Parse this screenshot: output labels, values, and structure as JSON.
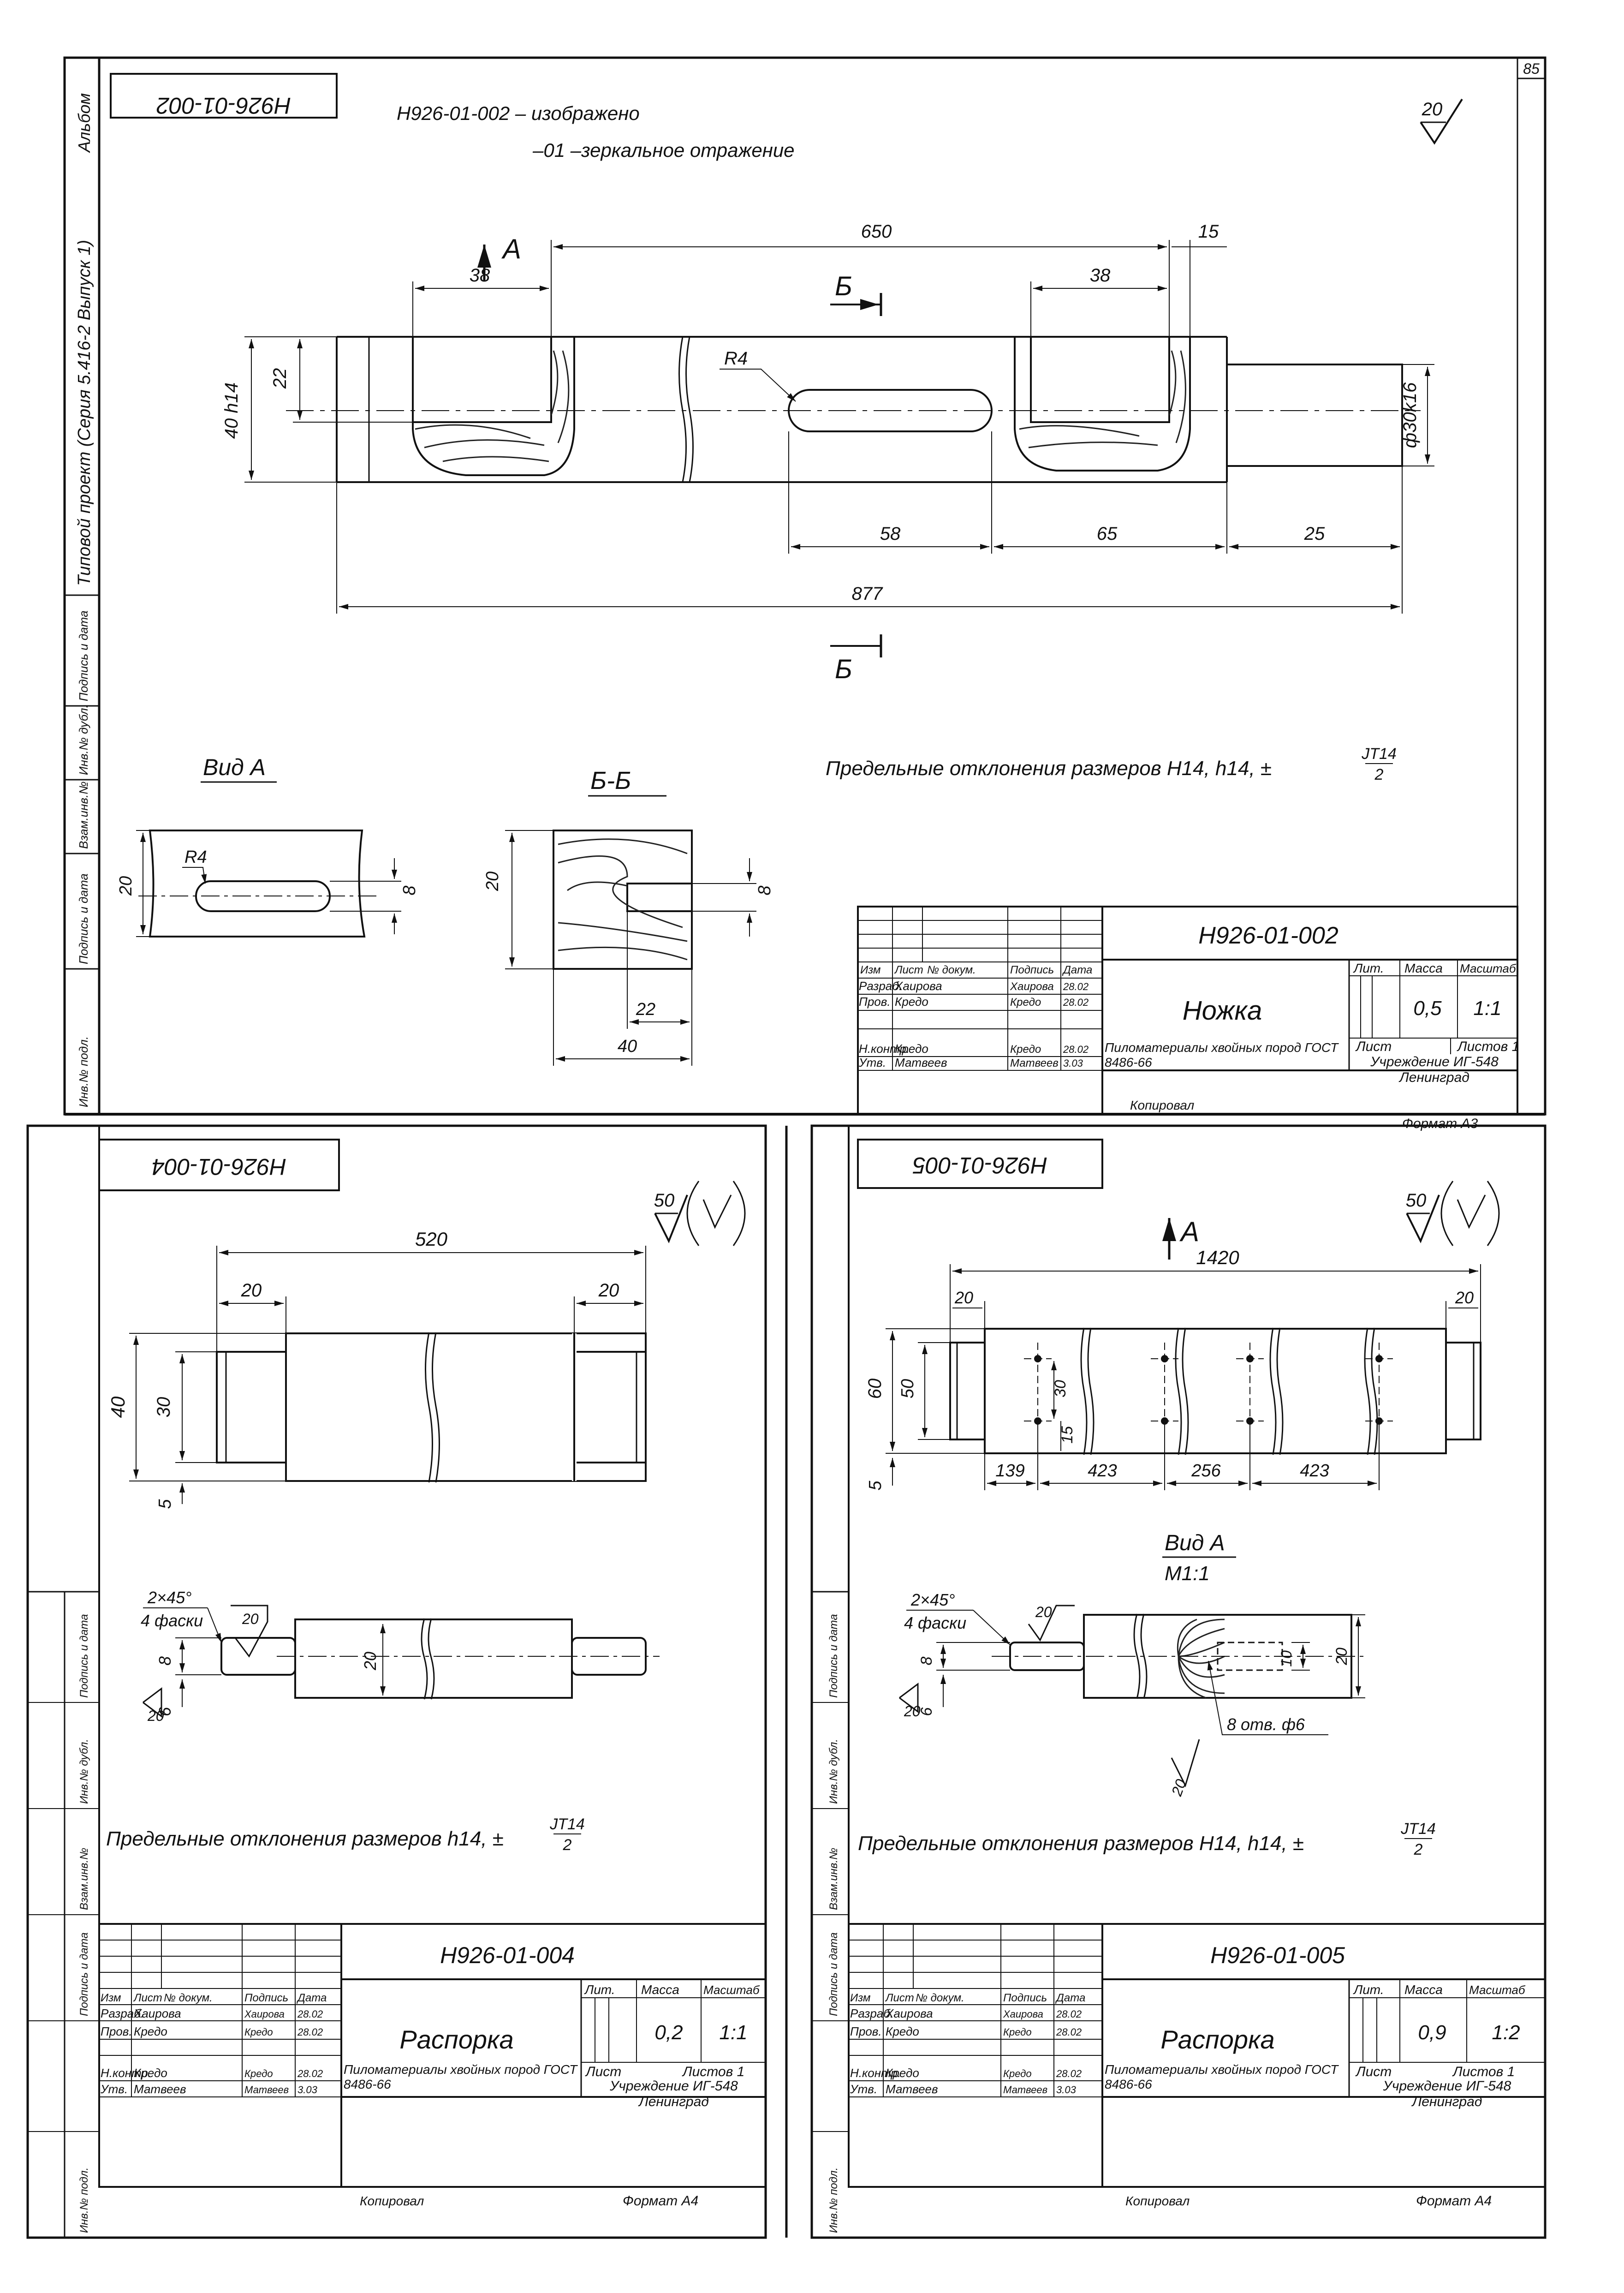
{
  "page_number": "85",
  "side_stamp": {
    "album": "Альбом",
    "project": "Типовой проект (Серия 5.416-2 Выпуск 1)",
    "fields": [
      "Подпись и дата",
      "Инв.№ дубл.",
      "Взам.инв.№",
      "Подпись и дата",
      "Инв.№ подл."
    ]
  },
  "top": {
    "mirror_code": "Н926-01-002",
    "note_line1": "Н926-01-002 – изображено",
    "note_line2": "–01 –зеркальное отражение",
    "roughness": "20",
    "section_label": "А",
    "cut_label": "Б",
    "dims": {
      "d650": "650",
      "d15": "15",
      "d38a": "38",
      "d38b": "38",
      "d22": "22",
      "d40": "40 h14",
      "dR4": "R4",
      "d58": "58",
      "d65": "65",
      "d25": "25",
      "d877": "877",
      "d30": "ф30k16"
    },
    "view_a_title": "Вид А",
    "view_a_dims": {
      "d20": "20",
      "dR4": "R4",
      "d8": "8"
    },
    "section_title": "Б-Б",
    "section_dims": {
      "d20": "20",
      "d8": "8",
      "d22": "22",
      "d40": "40"
    },
    "tolerance_note": "Предельные отклонения размеров Н14, h14, ±",
    "tol_num": "JT14",
    "tol_den": "2"
  },
  "title_block_headers": {
    "izm": "Изм",
    "list": "Лист",
    "doc": "№ докум.",
    "sign": "Подпись",
    "date": "Дата",
    "lit": "Лит.",
    "mass": "Масса",
    "scale": "Масштаб",
    "sheet": "Лист",
    "sheets": "Листов 1",
    "razrab": "Разраб.",
    "prov": "Пров.",
    "nkontr": "Н.контр.",
    "utv": "Утв.",
    "p1": "Хаирова",
    "p2": "Кредо",
    "p3": "Кредо",
    "p4": "Матвеев",
    "s1": "Хаирова",
    "s2": "Кредо",
    "s3": "Кредо",
    "s4": "Матвеев"
  },
  "tb1": {
    "code": "Н926-01-002",
    "name": "Ножка",
    "mass": "0,5",
    "scale": "1:1",
    "material": "Пиломатериалы хвойных пород ГОСТ 8486-66",
    "org": "Учреждение ИГ-548 Ленинград",
    "copied": "Копировал",
    "format": "Формат А3",
    "d1": "28.02",
    "d2": "28.02",
    "d3": "28.02",
    "d4": "3.03"
  },
  "bl": {
    "mirror_code": "Н926-01-004",
    "roughness": "50",
    "dims": {
      "d520": "520",
      "d20a": "20",
      "d20b": "20",
      "d40": "40",
      "d30": "30",
      "d5": "5",
      "d8": "8",
      "d20c": "20",
      "d6": "6"
    },
    "chamfer": "2×45°",
    "chamfer_note": "4 фаски",
    "r20a": "20",
    "r20b": "20",
    "tolerance_note": "Предельные отклонения размеров h14, ±",
    "tol_num": "JT14",
    "tol_den": "2",
    "code": "Н926-01-004",
    "name": "Распорка",
    "mass": "0,2",
    "scale": "1:1",
    "material": "Пиломатериалы хвойных пород ГОСТ 8486-66",
    "org": "Учреждение ИГ-548 Ленинград",
    "copied": "Копировал",
    "format": "Формат А4"
  },
  "br": {
    "mirror_code": "Н926-01-005",
    "roughness": "50",
    "section_label": "А",
    "dims": {
      "d1420": "1420",
      "d20a": "20",
      "d20b": "20",
      "d60": "60",
      "d50": "50",
      "d30": "30",
      "d15": "15",
      "d5": "5",
      "d139": "139",
      "d423a": "423",
      "d256": "256",
      "d423b": "423"
    },
    "view_title": "Вид А",
    "view_scale": "М1:1",
    "chamfer": "2×45°",
    "chamfer_note": "4 фаски",
    "r20a": "20",
    "r20b": "20",
    "r20c": "20",
    "view_dims": {
      "d8": "8",
      "d6": "6",
      "d10": "10",
      "d20": "20",
      "hole": "8 отв. ф6"
    },
    "tolerance_note": "Предельные отклонения размеров Н14, h14, ±",
    "tol_num": "JT14",
    "tol_den": "2",
    "code": "Н926-01-005",
    "name": "Распорка",
    "mass": "0,9",
    "scale": "1:2",
    "material": "Пиломатериалы хвойных пород ГОСТ 8486-66",
    "org": "Учреждение ИГ-548 Ленинград",
    "copied": "Копировал",
    "format": "Формат А4"
  }
}
